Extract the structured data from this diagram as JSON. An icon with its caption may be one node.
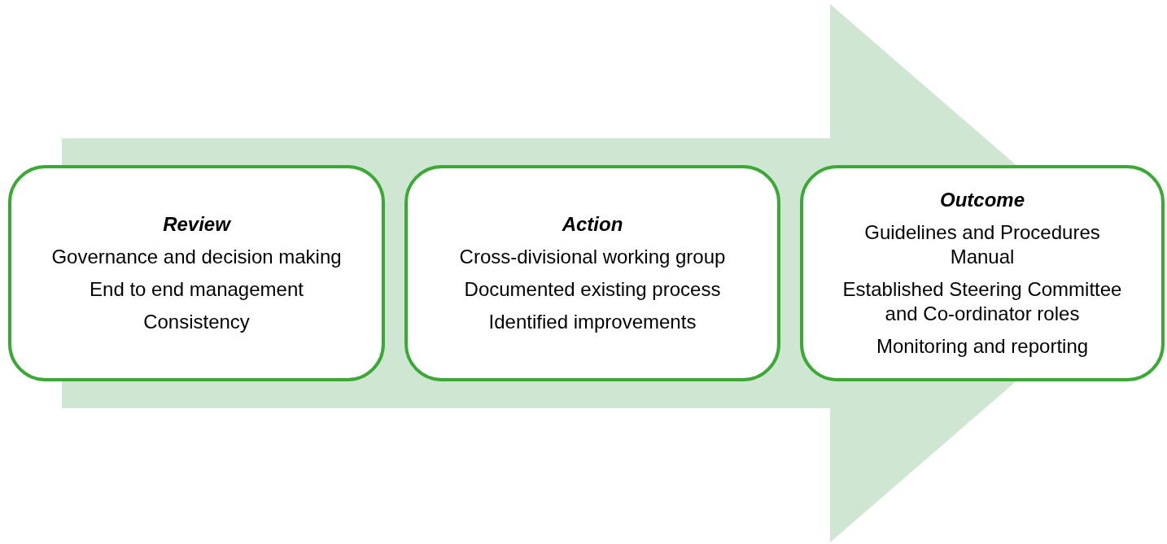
{
  "diagram": {
    "nodes": [
      {
        "text": [
          "Review",
          "Governance and decision making",
          "End to end management",
          "Consistency"
        ]
      },
      {
        "text": [
          "Action",
          "Cross-divisional working group",
          "Documented existing process",
          "Identified improvements"
        ]
      },
      {
        "text": [
          "Outcome",
          "Guidelines and Procedures Manual",
          "Established Steering Committee and Co-ordinator roles",
          "Monitoring and reporting"
        ]
      }
    ],
    "edges": [
      {
        "from": 0,
        "to": 2,
        "arrow": "to"
      }
    ]
  }
}
